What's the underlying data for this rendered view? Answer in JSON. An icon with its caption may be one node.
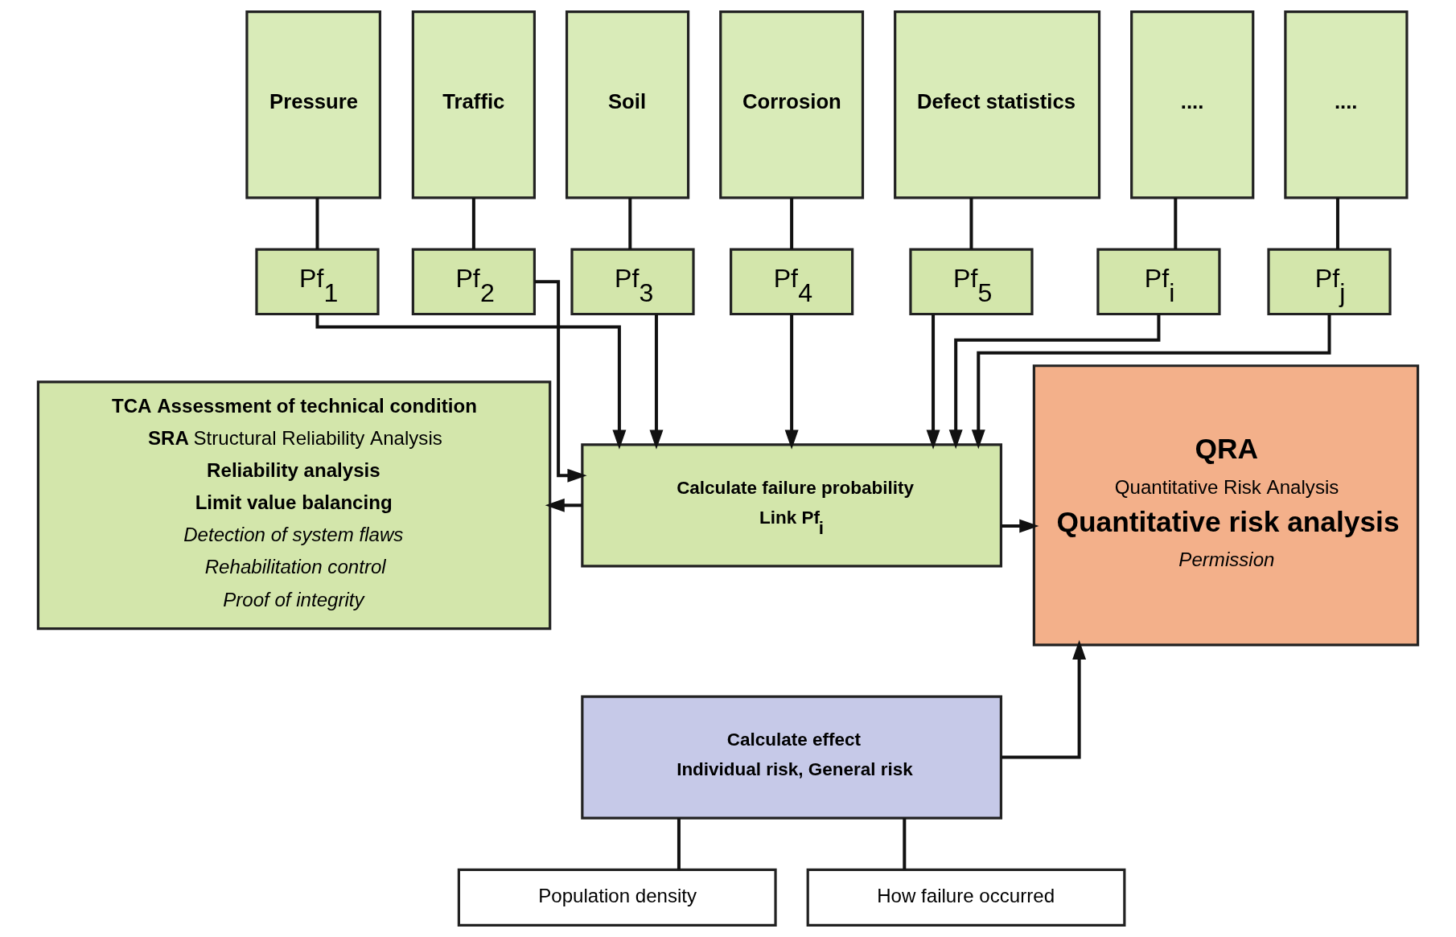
{
  "diagram": {
    "nodes": [
      {
        "text": [
          "Pressure"
        ]
      },
      {
        "text": [
          "Traffic"
        ]
      },
      {
        "text": [
          "Soil"
        ]
      },
      {
        "text": [
          "Corrosion"
        ]
      },
      {
        "text": [
          "Defect statistics"
        ]
      },
      {
        "text": [
          "...."
        ]
      },
      {
        "text": [
          "...."
        ]
      },
      {
        "text": [
          "Pf$_{1}$"
        ]
      },
      {
        "text": [
          "Pf$_{2}$"
        ]
      },
      {
        "text": [
          "Pf$_{3}$"
        ]
      },
      {
        "text": [
          "Pf$_{4}$"
        ]
      },
      {
        "text": [
          "Pf$_{5}$"
        ]
      },
      {
        "text": [
          "Pf$_{i}$"
        ]
      },
      {
        "text": [
          "Pf$_{j}$"
        ]
      },
      {
        "text": [
          "Calculate failure probability",
          "Link Pf$_{i}$"
        ]
      },
      {
        "text": [
          "TCA Assessment of technical condition",
          "**SRA** Structural Reliability Analysis",
          "Reliability analysis",
          "Limit value balancing",
          "Detection of system flaws",
          "Rehabilitation control",
          "Proof of integrity"
        ]
      },
      {
        "text": [
          "QRA",
          "Quantitative Risk Analysis",
          "Quantitative risk analysis",
          "Permission"
        ]
      },
      {
        "text": [
          "Calculate effect",
          "Individual risk, General risk"
        ]
      },
      {
        "text": [
          "Population density"
        ]
      },
      {
        "text": [
          "How failure occurred"
        ]
      }
    ],
    "edges": [
      {
        "from": 0,
        "to": 7,
        "arrow": "none"
      },
      {
        "from": 1,
        "to": 8,
        "arrow": "none"
      },
      {
        "from": 2,
        "to": 9,
        "arrow": "none"
      },
      {
        "from": 3,
        "to": 10,
        "arrow": "none"
      },
      {
        "from": 4,
        "to": 11,
        "arrow": "none"
      },
      {
        "from": 5,
        "to": 12,
        "arrow": "none"
      },
      {
        "from": 6,
        "to": 13,
        "arrow": "none"
      },
      {
        "from": 7,
        "to": 14,
        "arrow": "to"
      },
      {
        "from": 8,
        "to": 14,
        "arrow": "to"
      },
      {
        "from": 9,
        "to": 14,
        "arrow": "to"
      },
      {
        "from": 10,
        "to": 14,
        "arrow": "to"
      },
      {
        "from": 11,
        "to": 14,
        "arrow": "to"
      },
      {
        "from": 12,
        "to": 14,
        "arrow": "to"
      },
      {
        "from": 13,
        "to": 14,
        "arrow": "to"
      },
      {
        "from": 14,
        "to": 15,
        "arrow": "to"
      },
      {
        "from": 14,
        "to": 16,
        "arrow": "to"
      },
      {
        "from": 17,
        "to": 16,
        "arrow": "to"
      },
      {
        "from": 17,
        "to": 18,
        "arrow": "none"
      },
      {
        "from": 17,
        "to": 19,
        "arrow": "none"
      }
    ]
  }
}
